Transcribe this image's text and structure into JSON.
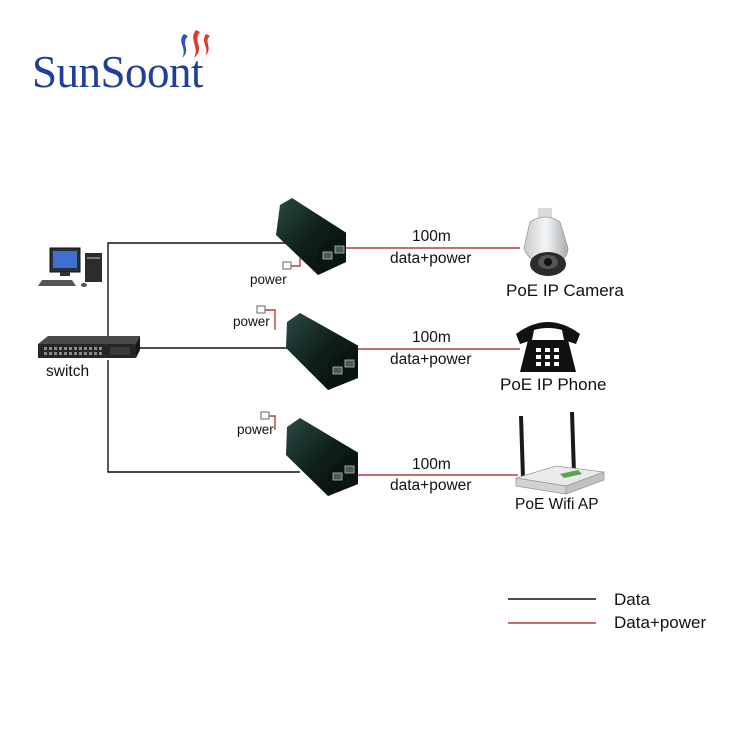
{
  "brand": {
    "name": "SunSoont",
    "flame_colors": [
      "#2d55b8",
      "#e23a2c"
    ],
    "text_color": "#1e3f9a"
  },
  "colors": {
    "data_line": "#111111",
    "power_line": "#b0413a",
    "device_body": "#0e1d1a"
  },
  "network": {
    "switch_label": "switch",
    "injectors": [
      {
        "power_label": "power",
        "distance_label": "100m",
        "link_label": "data+power",
        "device_label": "PoE IP Camera",
        "device_icon": "ip-camera-icon"
      },
      {
        "power_label": "power",
        "distance_label": "100m",
        "link_label": "data+power",
        "device_label": "PoE IP  Phone",
        "device_icon": "telephone-icon"
      },
      {
        "power_label": "power",
        "distance_label": "100m",
        "link_label": "data+power",
        "device_label": "PoE Wifi AP",
        "device_icon": "wifi-router-icon"
      }
    ]
  },
  "legend": {
    "items": [
      {
        "label": "Data",
        "color": "#111111"
      },
      {
        "label": "Data+power",
        "color": "#b0413a"
      }
    ]
  }
}
